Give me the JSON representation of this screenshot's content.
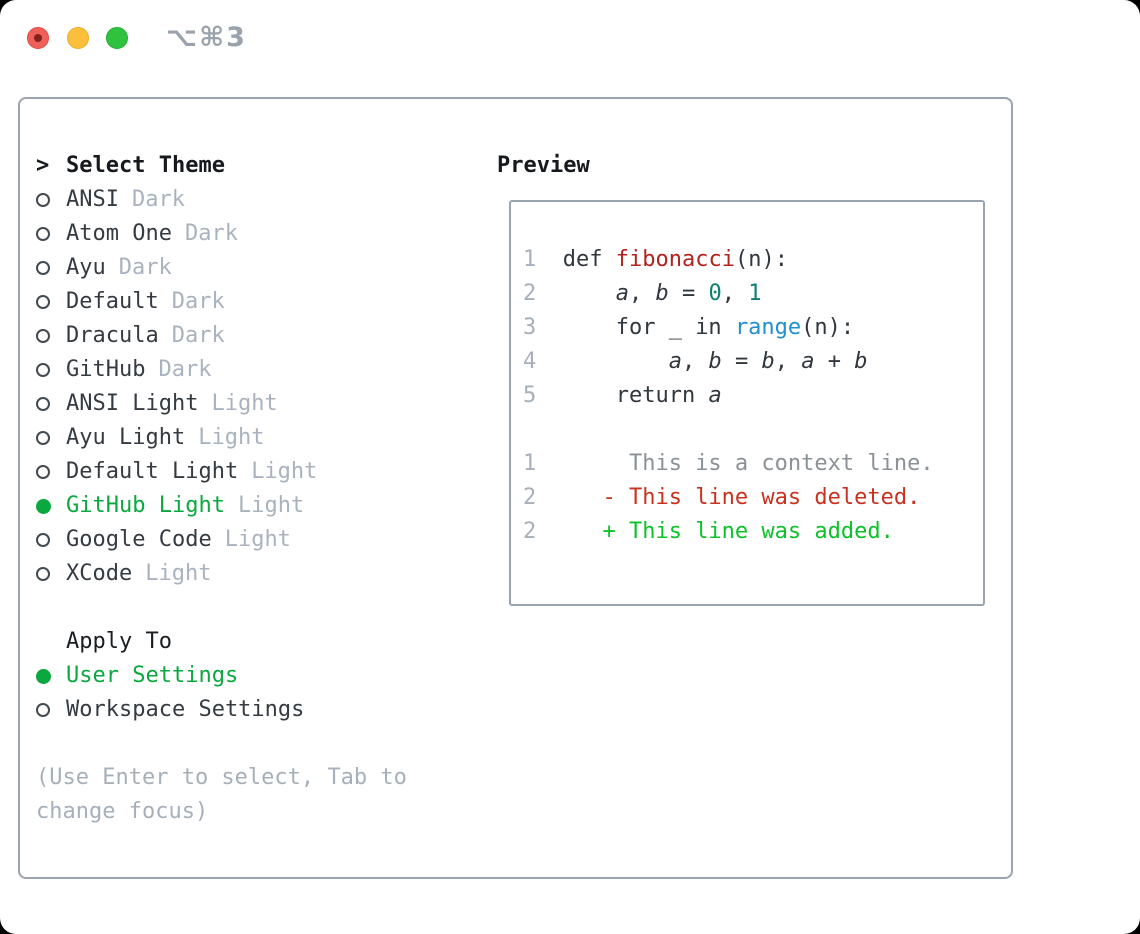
{
  "titlebar": {
    "shortcut": "⌥⌘3"
  },
  "theme_list": {
    "prompt_marker": ">",
    "header": "Select Theme",
    "items": [
      {
        "name": "ANSI",
        "variant": "Dark",
        "selected": false
      },
      {
        "name": "Atom One",
        "variant": "Dark",
        "selected": false
      },
      {
        "name": "Ayu",
        "variant": "Dark",
        "selected": false
      },
      {
        "name": "Default",
        "variant": "Dark",
        "selected": false
      },
      {
        "name": "Dracula",
        "variant": "Dark",
        "selected": false
      },
      {
        "name": "GitHub",
        "variant": "Dark",
        "selected": false
      },
      {
        "name": "ANSI Light",
        "variant": "Light",
        "selected": false
      },
      {
        "name": "Ayu Light",
        "variant": "Light",
        "selected": false
      },
      {
        "name": "Default Light",
        "variant": "Light",
        "selected": false
      },
      {
        "name": "GitHub Light",
        "variant": "Light",
        "selected": true
      },
      {
        "name": "Google Code",
        "variant": "Light",
        "selected": false
      },
      {
        "name": "XCode",
        "variant": "Light",
        "selected": false
      }
    ]
  },
  "apply_to": {
    "header": "Apply To",
    "options": [
      {
        "label": "User Settings",
        "selected": true
      },
      {
        "label": "Workspace Settings",
        "selected": false
      }
    ]
  },
  "help": {
    "line1": "(Use Enter to select, Tab to",
    "line2": "change focus)"
  },
  "preview": {
    "title": "Preview",
    "code_lines": [
      [
        {
          "t": "1",
          "s": "ln"
        },
        {
          "t": "  def ",
          "s": "p"
        },
        {
          "t": "fibonacci",
          "s": "fn"
        },
        {
          "t": "(n):",
          "s": "p"
        }
      ],
      [
        {
          "t": "2",
          "s": "ln"
        },
        {
          "t": "      ",
          "s": "p"
        },
        {
          "t": "a",
          "s": "vr"
        },
        {
          "t": ", ",
          "s": "p"
        },
        {
          "t": "b",
          "s": "vr"
        },
        {
          "t": " = ",
          "s": "p"
        },
        {
          "t": "0",
          "s": "nm"
        },
        {
          "t": ", ",
          "s": "p"
        },
        {
          "t": "1",
          "s": "nm"
        }
      ],
      [
        {
          "t": "3",
          "s": "ln"
        },
        {
          "t": "      for _ in ",
          "s": "p"
        },
        {
          "t": "range",
          "s": "bi"
        },
        {
          "t": "(n):",
          "s": "p"
        }
      ],
      [
        {
          "t": "4",
          "s": "ln"
        },
        {
          "t": "          ",
          "s": "p"
        },
        {
          "t": "a",
          "s": "vr"
        },
        {
          "t": ", ",
          "s": "p"
        },
        {
          "t": "b",
          "s": "vr"
        },
        {
          "t": " = ",
          "s": "p"
        },
        {
          "t": "b",
          "s": "vr"
        },
        {
          "t": ", ",
          "s": "p"
        },
        {
          "t": "a",
          "s": "vr"
        },
        {
          "t": " + ",
          "s": "p"
        },
        {
          "t": "b",
          "s": "vr"
        }
      ],
      [
        {
          "t": "5",
          "s": "ln"
        },
        {
          "t": "      return ",
          "s": "p"
        },
        {
          "t": "a",
          "s": "vr"
        }
      ],
      [],
      [
        {
          "t": "1",
          "s": "ln"
        },
        {
          "t": "       This is a context line.",
          "s": "cx"
        }
      ],
      [
        {
          "t": "2",
          "s": "ln"
        },
        {
          "t": "     - This line was deleted.",
          "s": "de"
        }
      ],
      [
        {
          "t": "2",
          "s": "ln"
        },
        {
          "t": "     + This line was added.",
          "s": "ad"
        }
      ]
    ]
  },
  "colors": {
    "accent_green": "#0aa83f",
    "added_green": "#0cc228",
    "deleted_red": "#c9321f",
    "function_red": "#b3231d",
    "builtin_blue": "#2090d0",
    "number_teal": "#0f7d72",
    "context_gray": "#8a9197",
    "muted_gray": "#a9b3bf",
    "panel_border": "#9aa4ae",
    "traffic_red": "#f0605a",
    "traffic_yellow": "#fbbf3c",
    "traffic_green": "#2ec23e"
  }
}
